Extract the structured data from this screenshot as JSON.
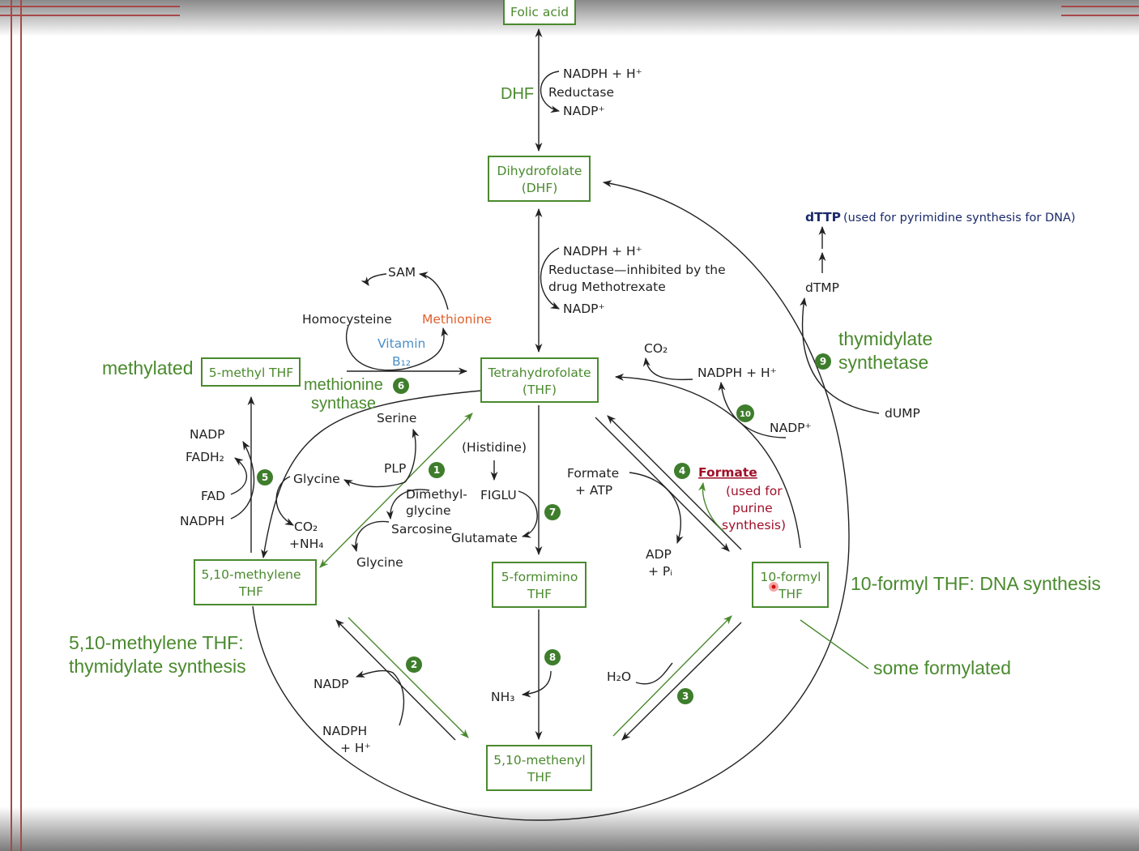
{
  "colors": {
    "green": "#4a8a2e",
    "methionine": "#e0602e",
    "vitamin": "#4a8fc8",
    "formate": "#a0102a",
    "dttp": "#1a2a6a",
    "border": "#a84848"
  },
  "boxes": {
    "folic_acid": "Folic acid",
    "dhf": [
      "Dihydrofolate",
      "(DHF)"
    ],
    "thf": [
      "Tetrahydrofolate",
      "(THF)"
    ],
    "methyl_thf": "5-methyl THF",
    "methylene_thf": [
      "5,10-methylene",
      "THF"
    ],
    "formimino_thf": [
      "5-formimino",
      "THF"
    ],
    "formyl_thf": [
      "10-formyl",
      "THF"
    ],
    "methenyl_thf": [
      "5,10-methenyl",
      "THF"
    ]
  },
  "labels": {
    "dhf_reductase": {
      "in": "NADPH + H⁺",
      "enzyme": "Reductase",
      "out": "NADP⁺"
    },
    "thf_reductase": {
      "in": "NADPH + H⁺",
      "enzyme": "Reductase—inhibited by the",
      "enzyme2": "drug Methotrexate",
      "out": "NADP⁺"
    },
    "sam": "SAM",
    "homocysteine": "Homocysteine",
    "methionine": "Methionine",
    "vitamin": "Vitamin",
    "b12": "B₁₂",
    "serine": "Serine",
    "plp": "PLP",
    "glycine1": "Glycine",
    "glycine2": "Glycine",
    "dimethyl": "Dimethyl-",
    "glycine_word": "glycine",
    "sarcosine": "Sarcosine",
    "histidine": "(Histidine)",
    "figlu": "FIGLU",
    "glutamate": "Glutamate",
    "co2_nh4": [
      "CO₂",
      "+NH₄"
    ],
    "nadp": "NADP",
    "fadh2": "FADH₂",
    "fad": "FAD",
    "nadph": "NADPH",
    "formate_atp": [
      "Formate",
      "+ ATP"
    ],
    "adp_pi": [
      "ADP",
      "+ Pᵢ"
    ],
    "formate": "Formate",
    "formate_note": [
      "(used for",
      "purine",
      "synthesis)"
    ],
    "co2": "CO₂",
    "nadph_h": "NADPH + H⁺",
    "nadp_plus": "NADP⁺",
    "dttp": "dTTP",
    "dttp_note": "(used for pyrimidine synthesis for DNA)",
    "dtmp": "dTMP",
    "dump": "dUMP",
    "h2o": "H₂O",
    "nh3": "NH₃",
    "nadp2": "NADP",
    "nadph_h2": [
      "NADPH",
      "+ H⁺"
    ]
  },
  "annotations": {
    "dhf": "DHF",
    "methylated": "methylated",
    "methionine_synthase": [
      "methionine",
      "synthase"
    ],
    "thymidylate_synthetase": [
      "thymidylate",
      "synthetase"
    ],
    "formyl_dna": "10-formyl THF: DNA synthesis",
    "methylene_thymidylate": [
      "5,10-methylene THF:",
      "thymidylate synthesis"
    ],
    "some_formylated": "some formylated"
  },
  "steps": [
    "1",
    "2",
    "3",
    "4",
    "5",
    "6",
    "7",
    "8",
    "9",
    "10"
  ]
}
